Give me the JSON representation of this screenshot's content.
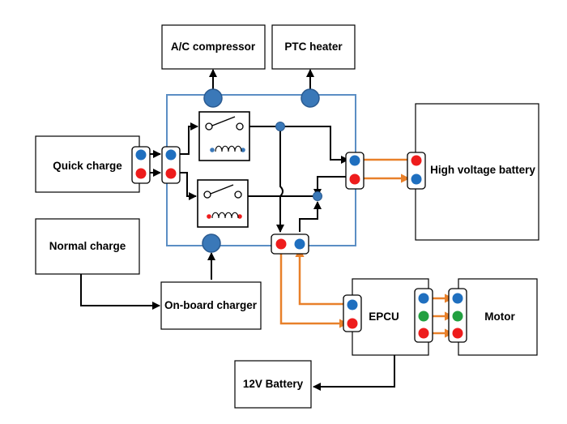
{
  "components": {
    "ac_compressor": "A/C compressor",
    "ptc_heater": "PTC heater",
    "quick_charge": "Quick charge",
    "normal_charge": "Normal charge",
    "onboard_charger": "On-board charger",
    "hv_battery": "High voltage battery",
    "epcu": "EPCU",
    "motor": "Motor",
    "battery_12v": "12V Battery"
  },
  "colors": {
    "junction_blue": "#3a78b8",
    "terminal_blue": "#1f6fbf",
    "terminal_red": "#ee1c1c",
    "terminal_green": "#22a040",
    "hv_line": "#e8802a",
    "junction_box_border": "#5b8ec4"
  }
}
